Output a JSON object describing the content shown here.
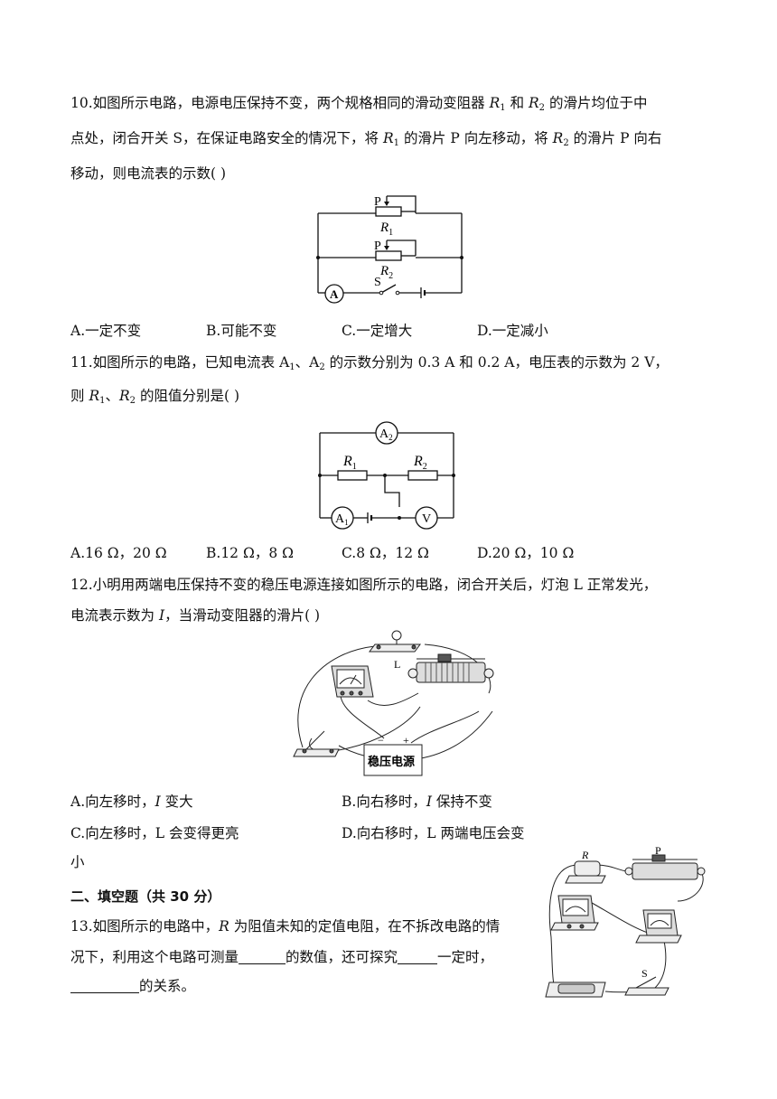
{
  "q10": {
    "line1a": "10.如图所示电路，电源电压保持不变，两个规格相同的滑动变阻器 ",
    "r1": "R",
    "r1_sub": "1",
    "and": " 和 ",
    "r2": "R",
    "r2_sub": "2",
    "line1b": " 的滑片均位于中",
    "line2a": "点处，闭合开关 S，在保证电路安全的情况下，将 ",
    "line2b": " 的滑片 P 向左移动，将 ",
    "line2c": " 的滑片 P 向右",
    "line3": "移动，则电流表的示数(    )",
    "fig": {
      "p_label": "P",
      "r_label": "R",
      "sub1": "1",
      "sub2": "2",
      "s_label": "S",
      "a_label": "A"
    },
    "options": [
      "A.一定不变",
      "B.可能不变",
      "C.一定增大",
      "D.一定减小"
    ]
  },
  "q11": {
    "line1a": "11.如图所示的电路，已知电流表 A",
    "a1_sub": "1",
    "sep": "、A",
    "a2_sub": "2",
    "line1b": " 的示数分别为 0.3 A 和 0.2 A，电压表的示数为 2 V，",
    "line2a": "则 ",
    "r1": "R",
    "r1_sub": "1",
    "sep2": "、",
    "r2": "R",
    "r2_sub": "2",
    "line2b": " 的阻值分别是(    )",
    "fig": {
      "a": "A",
      "sub1": "1",
      "sub2": "2",
      "r": "R",
      "v": "V"
    },
    "options": [
      "A.16 Ω，20 Ω",
      "B.12 Ω，8 Ω",
      "C.8 Ω，12 Ω",
      "D.20 Ω，10 Ω"
    ]
  },
  "q12": {
    "line1": "12.小明用两端电压保持不变的稳压电源连接如图所示的电路，闭合开关后，灯泡 L 正常发光，",
    "line2a": "电流表示数为 ",
    "i": "I",
    "line2b": "，当滑动变阻器的滑片(    )",
    "fig": {
      "lamp_label": "L",
      "minus": "−",
      "plus": "+",
      "source_label": "稳压电源"
    },
    "optA_a": "A.向左移时，",
    "optA_i": "I",
    "optA_b": " 变大",
    "optB_a": "B.向右移时，",
    "optB_i": "I",
    "optB_b": " 保持不变",
    "optC": "C.向左移时，L 会变得更亮",
    "optD": "D.向右移时，L 两端电压会变",
    "optD_wrap": "小"
  },
  "section2": {
    "title": "二、填空题（共 30 分）"
  },
  "q13": {
    "line1a": "13.如图所示的电路中，",
    "r": "R",
    "line1b": " 为阻值未知的定值电阻，在不拆改电路的情",
    "line2a": "况下，利用这个电路可测量",
    "line2b": "的数值，还可探究",
    "line2c": "一定时，",
    "line3b": "的关系。",
    "fig": {
      "r_label": "R",
      "p_label": "P",
      "s_label": "S"
    }
  }
}
